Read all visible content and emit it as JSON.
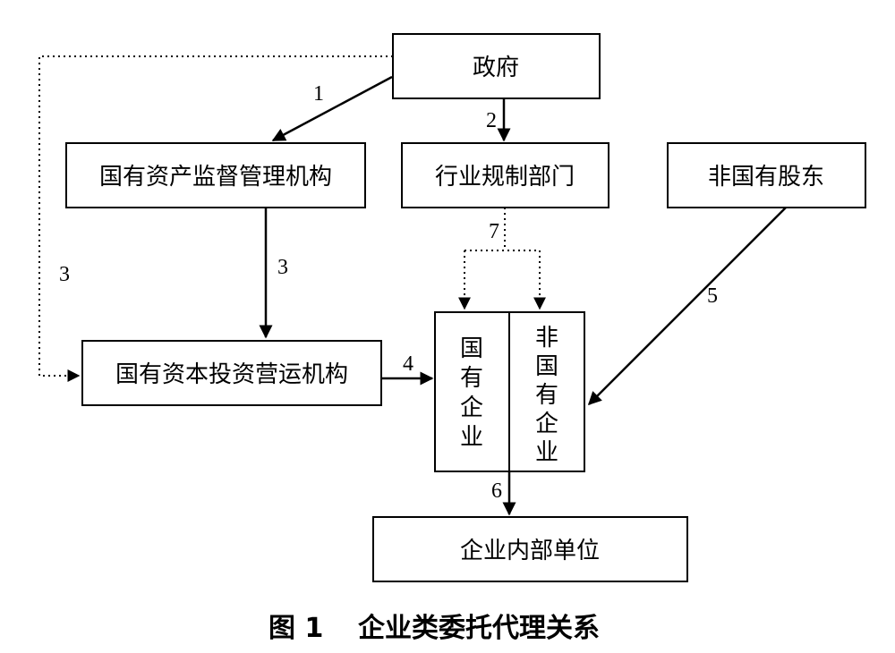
{
  "nodes": {
    "government": "政府",
    "sasac": "国有资产监督管理机构",
    "regulator": "行业规制部门",
    "non_state_shareholders": "非国有股东",
    "state_capital_operator": "国有资本投资营运机构",
    "state_enterprise": [
      "国",
      "有",
      "企",
      "业"
    ],
    "non_state_enterprise": [
      "非",
      "国",
      "有",
      "企",
      "业"
    ],
    "internal_units": "企业内部单位"
  },
  "edge_labels": {
    "e1": "1",
    "e2": "2",
    "e3_solid": "3",
    "e3_dotted": "3",
    "e4": "4",
    "e5": "5",
    "e6": "6",
    "e7": "7"
  },
  "caption": {
    "figure": "图 1",
    "title": "企业类委托代理关系"
  }
}
